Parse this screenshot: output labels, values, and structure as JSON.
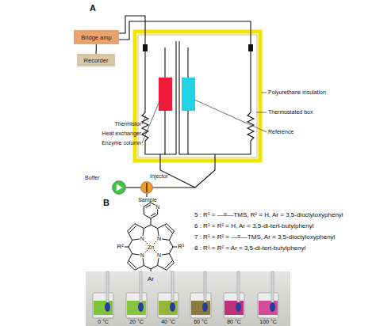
{
  "diagram": {
    "nodes": [
      {
        "text": [
          "Bridge amp"
        ]
      },
      {
        "text": [
          "Recorder"
        ]
      },
      {
        "text": [
          "Buffer"
        ]
      },
      {
        "text": [
          "Injector"
        ]
      }
    ],
    "edges": [
      {
        "from": 0,
        "to": 1,
        "arrow": "none"
      },
      {
        "from": 2,
        "to": 3,
        "arrow": "none"
      }
    ],
    "labels": [
      "A",
      "Thermistor",
      "Heat exchanger",
      "Enzyme column",
      "Polyurethane insulation",
      "Thermostated box",
      "Reference",
      "Sample",
      "B",
      "N",
      "N",
      "N",
      "N",
      "N",
      "Zn",
      "R²",
      "R¹",
      "Ar",
      "5 : R¹ = —≡—TMS, R² = H, Ar = 3,5-dioctyloxyphenyl",
      "6 : R¹ = R² = H, Ar = 3,5-di-tert-butylphenyl",
      "7 : R¹ = R² = —≡—TMS, Ar = 3,5-dioctyloxyphenyl",
      "8 : R¹ = R² = Ar = 3,5-di-tert-butylphenyl",
      "0 °C",
      "20 °C",
      "40 °C",
      "60 °C",
      "80 °C",
      "100 °C"
    ]
  }
}
